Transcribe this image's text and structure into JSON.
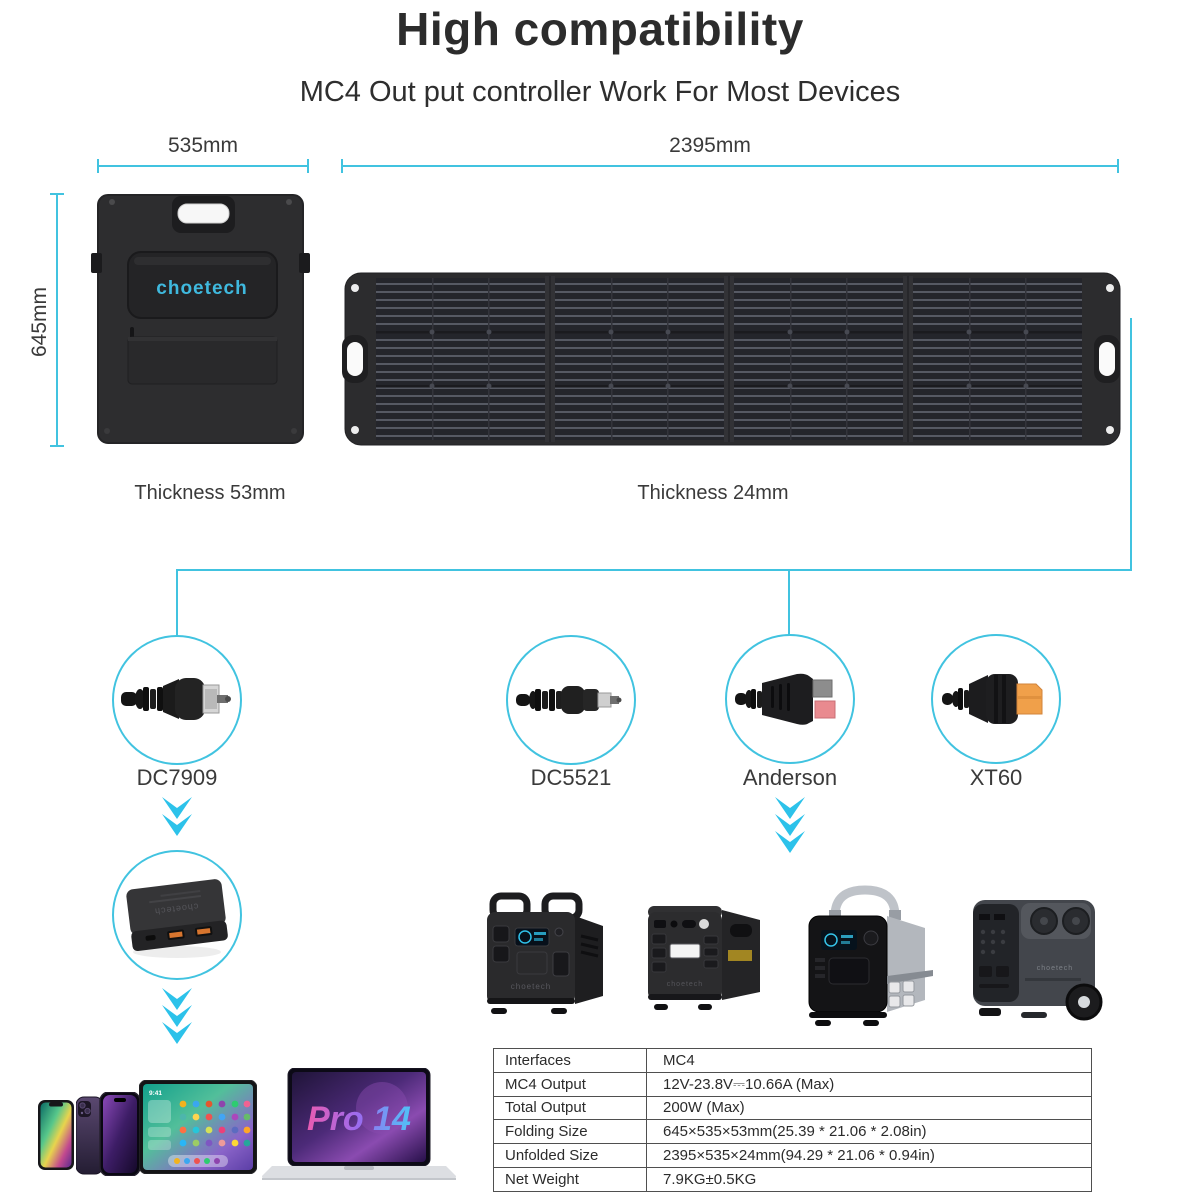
{
  "header": {
    "title": "High compatibility",
    "subtitle": "MC4 Out put controller Work For Most Devices"
  },
  "colors": {
    "accent": "#41c3e0",
    "logo_cyan": "#3fb9de",
    "panel_dark": "#2c2c2e"
  },
  "brand": {
    "logo": "choetech"
  },
  "folded_panel": {
    "width_label": "535mm",
    "height_label": "645mm",
    "thickness_label": "Thickness 53mm"
  },
  "unfolded_panel": {
    "width_label": "2395mm",
    "thickness_label": "Thickness 24mm"
  },
  "connectors": [
    {
      "label": "DC7909"
    },
    {
      "label": "DC5521"
    },
    {
      "label": "Anderson"
    },
    {
      "label": "XT60"
    }
  ],
  "devices": {
    "laptop_screen_text": "Pro 14",
    "ipad_time": "9:41"
  },
  "spec_table": {
    "rows": [
      {
        "label": "Interfaces",
        "value": "MC4"
      },
      {
        "label": "MC4 Output",
        "value": "12V-23.8V⎓10.66A (Max)"
      },
      {
        "label": "Total Output",
        "value": "200W (Max)"
      },
      {
        "label": "Folding Size",
        "value": "645×535×53mm(25.39 * 21.06 * 2.08in)"
      },
      {
        "label": "Unfolded Size",
        "value": "2395×535×24mm(94.29 * 21.06 * 0.94in)"
      },
      {
        "label": "Net Weight",
        "value": "7.9KG±0.5KG"
      }
    ]
  }
}
